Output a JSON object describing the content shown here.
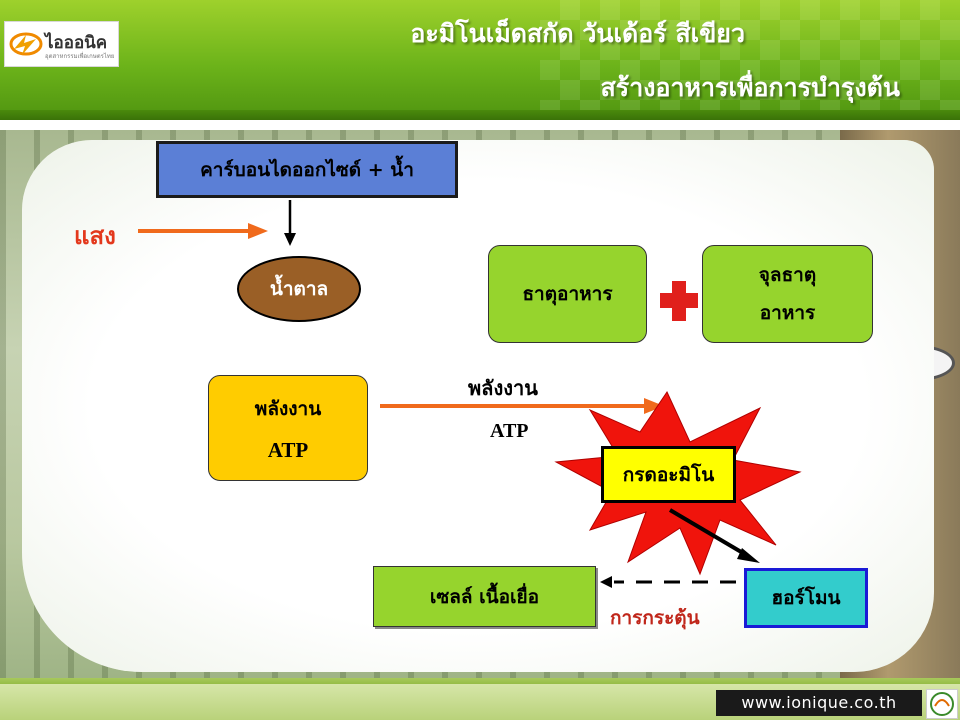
{
  "header": {
    "logo_name": "ไอออนิค",
    "logo_tagline": "อุตสาหกรรมเพื่อเกษตรไทย",
    "title_line1": "อะมิโนเม็ดสกัด วันเด้อร์ สีเขียว",
    "title_line2": "สร้างอาหารเพื่อการบำรุงต้น"
  },
  "diagram": {
    "co2_water": "คาร์บอนไดออกไซด์ + น้ำ",
    "light": "แสง",
    "sugar": "น้ำตาล",
    "nutrient": "ธาตุอาหาร",
    "micro_line1": "จุลธาตุ",
    "micro_line2": "อาหาร",
    "energy": "พลังงาน",
    "energy_atp": "ATP",
    "arrow_energy": "พลังงาน",
    "arrow_atp": "ATP",
    "amino": "กรดอะมิโน",
    "hormone": "ฮอร์โมน",
    "cell": "เซลล์ เนื้อเยื่อ",
    "stimulate": "การกระตุ้น"
  },
  "footer": {
    "url": "www.ionique.co.th"
  },
  "colors": {
    "header_green": "#6cb31a",
    "box_blue": "#5b7fd6",
    "box_green": "#96d42d",
    "box_yellow": "#ffcc00",
    "box_cyan": "#33cccc",
    "sugar_brown": "#9a5f26",
    "arrow_orange": "#f06a1c",
    "plus_red": "#e0201c",
    "burst_red": "#f0140c"
  }
}
